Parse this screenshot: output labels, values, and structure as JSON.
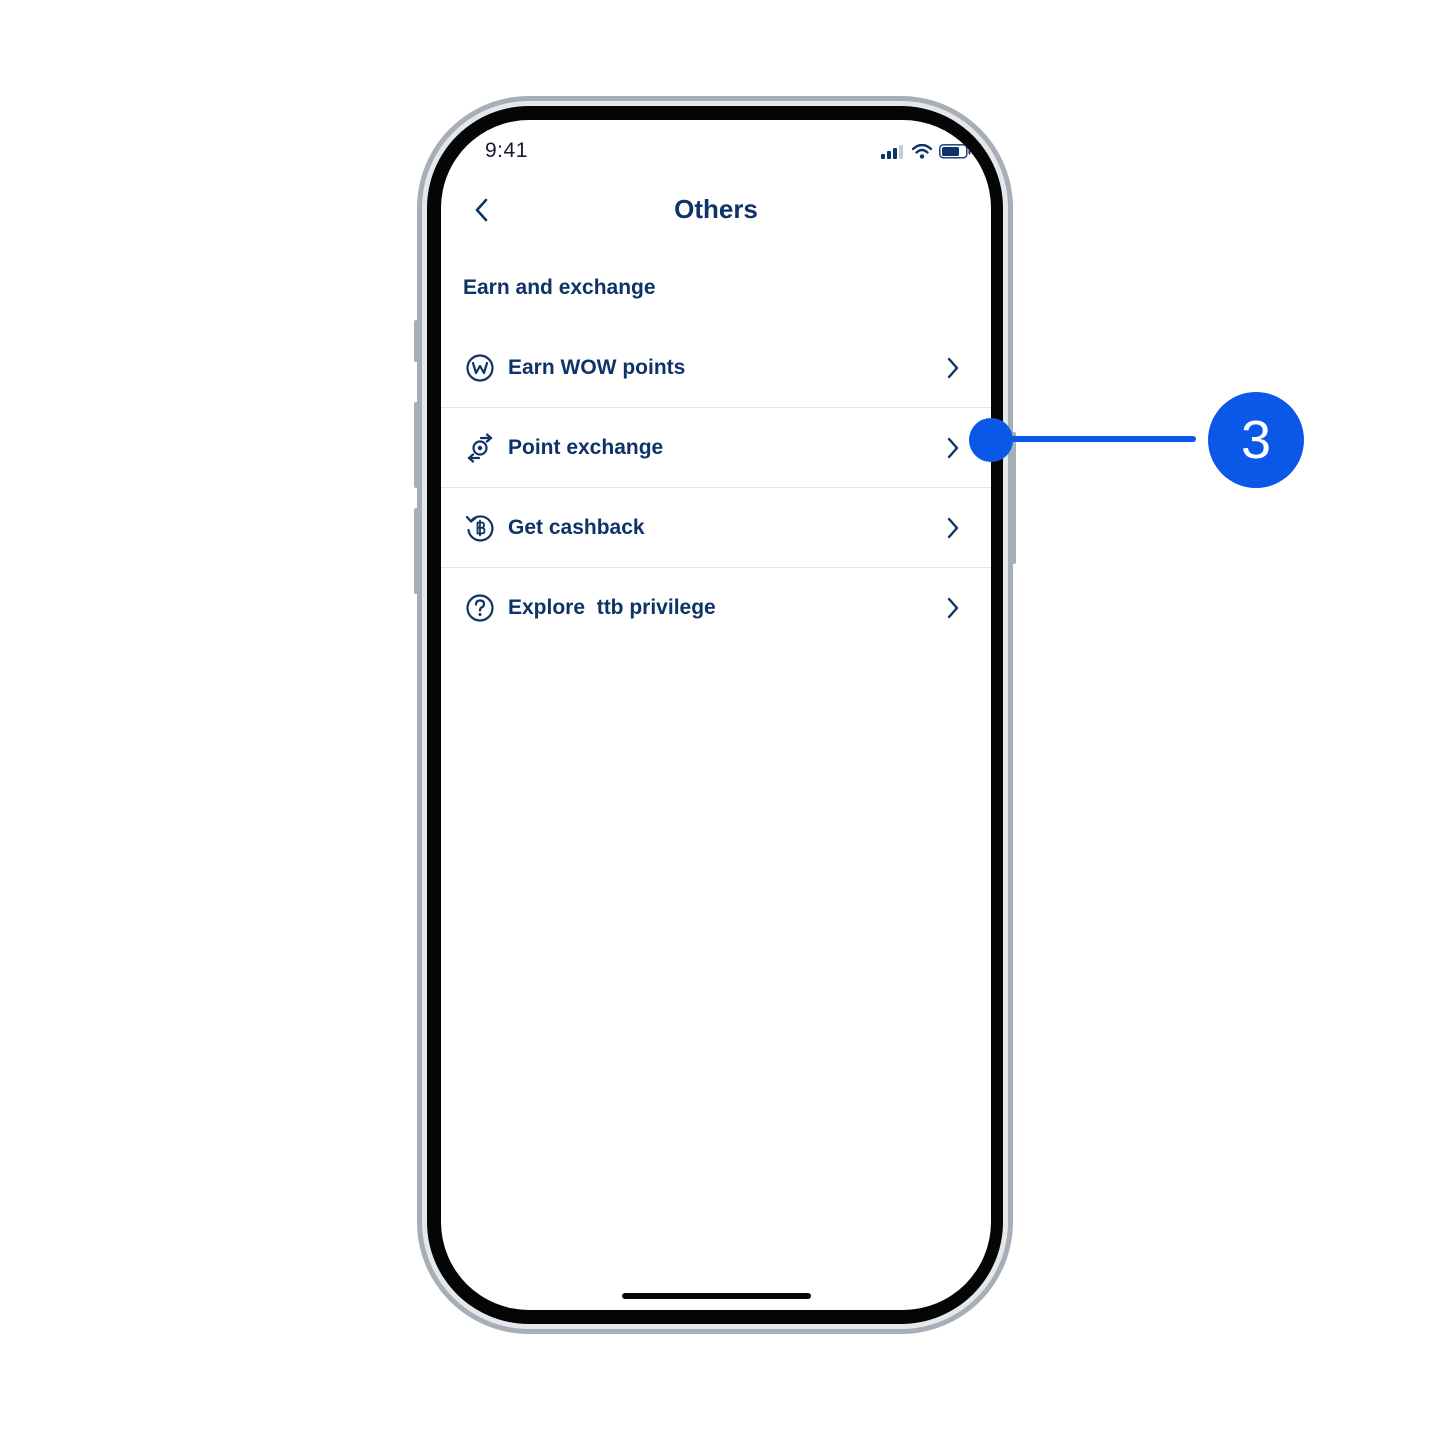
{
  "status_bar": {
    "time": "9:41",
    "icons": [
      "signal-icon",
      "wifi-icon",
      "battery-icon"
    ]
  },
  "nav": {
    "back_icon": "chevron-left-icon",
    "title": "Others"
  },
  "section": {
    "title": "Earn and exchange"
  },
  "menu": {
    "items": [
      {
        "label": "Earn WOW points",
        "icon": "wow-points-icon"
      },
      {
        "label": "Point exchange",
        "icon": "point-exchange-icon"
      },
      {
        "label": "Get cashback",
        "icon": "cashback-icon"
      },
      {
        "label": "Explore  ttb privilege",
        "icon": "question-circle-icon"
      }
    ]
  },
  "annotation": {
    "step_number": "3"
  },
  "colors": {
    "primary_text": "#0f3267",
    "annotation_blue": "#0a58e8",
    "divider": "#e3e6ea"
  }
}
